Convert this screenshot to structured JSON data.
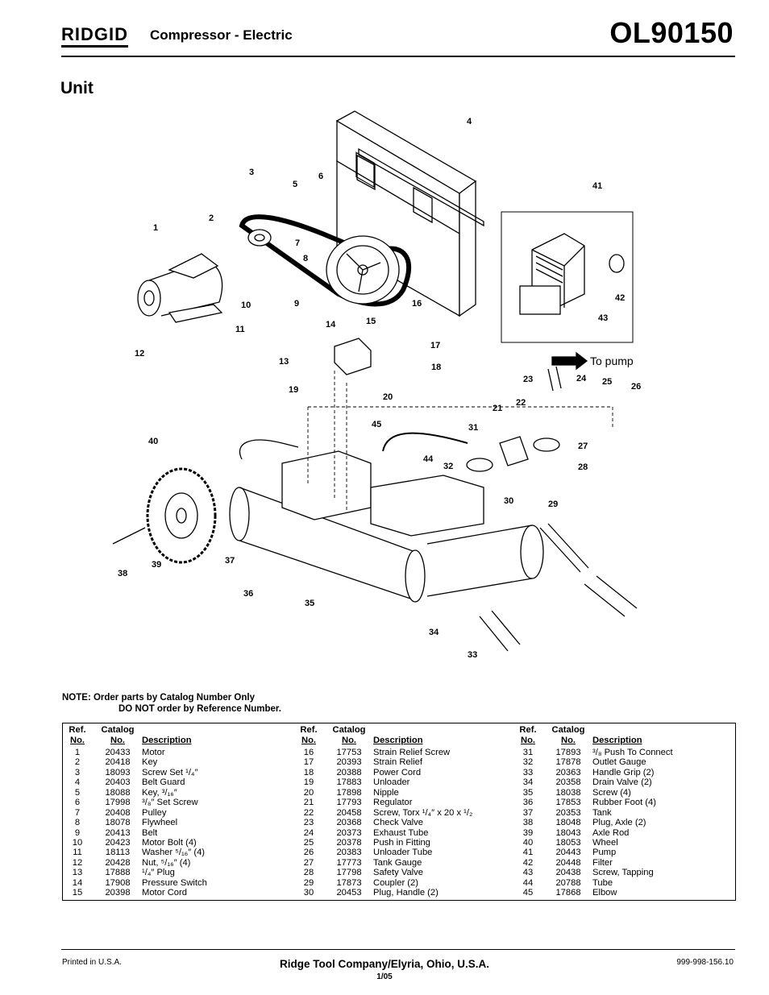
{
  "header": {
    "brand": "RIDGID",
    "subtitle": "Compressor - Electric",
    "model": "OL90150"
  },
  "section_title": "Unit",
  "diagram": {
    "to_pump_label": "To pump",
    "callouts": [
      "1",
      "2",
      "3",
      "4",
      "5",
      "6",
      "7",
      "8",
      "9",
      "10",
      "11",
      "12",
      "13",
      "14",
      "15",
      "16",
      "17",
      "18",
      "19",
      "20",
      "21",
      "22",
      "23",
      "24",
      "25",
      "26",
      "27",
      "28",
      "29",
      "30",
      "31",
      "32",
      "33",
      "34",
      "35",
      "36",
      "37",
      "38",
      "39",
      "40",
      "41",
      "42",
      "43",
      "44",
      "45"
    ]
  },
  "note": {
    "line1": "NOTE: Order parts by Catalog Number Only",
    "line2": "DO NOT order by Reference Number."
  },
  "table": {
    "headers": {
      "ref_top": "Ref.",
      "ref_bottom": "No.",
      "cat_top": "Catalog",
      "cat_bottom": "No.",
      "desc": "Description"
    },
    "columns": [
      [
        {
          "ref": "1",
          "cat": "20433",
          "desc": "Motor"
        },
        {
          "ref": "2",
          "cat": "20418",
          "desc": "Key"
        },
        {
          "ref": "3",
          "cat": "18093",
          "desc": "Screw Set ¹/₄″"
        },
        {
          "ref": "4",
          "cat": "20403",
          "desc": "Belt Guard"
        },
        {
          "ref": "5",
          "cat": "18088",
          "desc": "Key, ³/₁₆″"
        },
        {
          "ref": "6",
          "cat": "17998",
          "desc": "³/₈″ Set Screw"
        },
        {
          "ref": "7",
          "cat": "20408",
          "desc": "Pulley"
        },
        {
          "ref": "8",
          "cat": "18078",
          "desc": "Flywheel"
        },
        {
          "ref": "9",
          "cat": "20413",
          "desc": "Belt"
        },
        {
          "ref": "10",
          "cat": "20423",
          "desc": "Motor Bolt (4)"
        },
        {
          "ref": "11",
          "cat": "18113",
          "desc": "Washer ⁵/₁₆″ (4)"
        },
        {
          "ref": "12",
          "cat": "20428",
          "desc": "Nut, ⁵/₁₆″ (4)"
        },
        {
          "ref": "13",
          "cat": "17888",
          "desc": "¹/₄″ Plug"
        },
        {
          "ref": "14",
          "cat": "17908",
          "desc": "Pressure Switch"
        },
        {
          "ref": "15",
          "cat": "20398",
          "desc": "Motor Cord"
        }
      ],
      [
        {
          "ref": "16",
          "cat": "17753",
          "desc": "Strain Relief Screw"
        },
        {
          "ref": "17",
          "cat": "20393",
          "desc": "Strain Relief"
        },
        {
          "ref": "18",
          "cat": "20388",
          "desc": "Power Cord"
        },
        {
          "ref": "19",
          "cat": "17883",
          "desc": "Unloader"
        },
        {
          "ref": "20",
          "cat": "17898",
          "desc": "Nipple"
        },
        {
          "ref": "21",
          "cat": "17793",
          "desc": "Regulator"
        },
        {
          "ref": "22",
          "cat": "20458",
          "desc": "Screw, Torx ¹/₄″ x 20 x ¹/₂"
        },
        {
          "ref": "23",
          "cat": "20368",
          "desc": "Check Valve"
        },
        {
          "ref": "24",
          "cat": "20373",
          "desc": "Exhaust Tube"
        },
        {
          "ref": "25",
          "cat": "20378",
          "desc": "Push in Fitting"
        },
        {
          "ref": "26",
          "cat": "20383",
          "desc": "Unloader Tube"
        },
        {
          "ref": "27",
          "cat": "17773",
          "desc": "Tank Gauge"
        },
        {
          "ref": "28",
          "cat": "17798",
          "desc": "Safety Valve"
        },
        {
          "ref": "29",
          "cat": "17873",
          "desc": "Coupler (2)"
        },
        {
          "ref": "30",
          "cat": "20453",
          "desc": "Plug, Handle (2)"
        }
      ],
      [
        {
          "ref": "31",
          "cat": "17893",
          "desc": "³/₈ Push To Connect"
        },
        {
          "ref": "32",
          "cat": "17878",
          "desc": "Outlet Gauge"
        },
        {
          "ref": "33",
          "cat": "20363",
          "desc": "Handle Grip (2)"
        },
        {
          "ref": "34",
          "cat": "20358",
          "desc": "Drain Valve (2)"
        },
        {
          "ref": "35",
          "cat": "18038",
          "desc": "Screw (4)"
        },
        {
          "ref": "36",
          "cat": "17853",
          "desc": "Rubber Foot (4)"
        },
        {
          "ref": "37",
          "cat": "20353",
          "desc": "Tank"
        },
        {
          "ref": "38",
          "cat": "18048",
          "desc": "Plug, Axle (2)"
        },
        {
          "ref": "39",
          "cat": "18043",
          "desc": "Axle Rod"
        },
        {
          "ref": "40",
          "cat": "18053",
          "desc": "Wheel"
        },
        {
          "ref": "41",
          "cat": "20443",
          "desc": "Pump"
        },
        {
          "ref": "42",
          "cat": "20448",
          "desc": "Filter"
        },
        {
          "ref": "43",
          "cat": "20438",
          "desc": "Screw, Tapping"
        },
        {
          "ref": "44",
          "cat": "20788",
          "desc": "Tube"
        },
        {
          "ref": "45",
          "cat": "17868",
          "desc": "Elbow"
        }
      ]
    ]
  },
  "footer": {
    "left": "Printed in U.S.A.",
    "center": "Ridge Tool Company/Elyria, Ohio, U.S.A.",
    "date": "1/05",
    "right": "999-998-156.10"
  }
}
